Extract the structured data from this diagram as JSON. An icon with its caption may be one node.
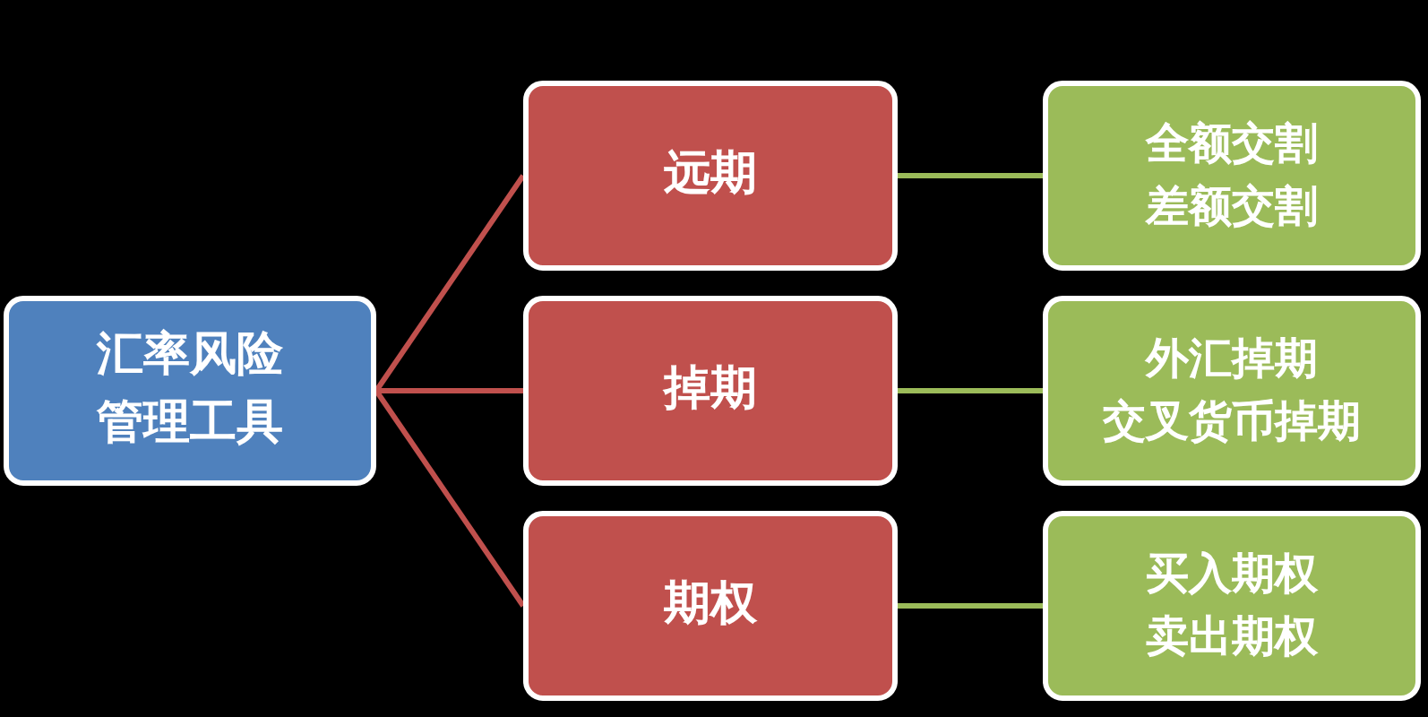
{
  "diagram": {
    "nodes": [
      {
        "text": [
          "汇率风险管理工具"
        ]
      },
      {
        "text": [
          "远期"
        ]
      },
      {
        "text": [
          "掉期"
        ]
      },
      {
        "text": [
          "期权"
        ]
      },
      {
        "text": [
          "全额交割",
          "差额交割"
        ]
      },
      {
        "text": [
          "外汇掉期",
          "交叉货币掉期"
        ]
      },
      {
        "text": [
          "买入期权",
          "卖出期权"
        ]
      }
    ],
    "edges": [
      {
        "from": 0,
        "to": 1,
        "arrow": "none",
        "color": "#c0504d"
      },
      {
        "from": 0,
        "to": 2,
        "arrow": "none",
        "color": "#c0504d"
      },
      {
        "from": 0,
        "to": 3,
        "arrow": "none",
        "color": "#c0504d"
      },
      {
        "from": 1,
        "to": 4,
        "arrow": "none",
        "color": "#9bbb59"
      },
      {
        "from": 2,
        "to": 5,
        "arrow": "none",
        "color": "#9bbb59"
      },
      {
        "from": 3,
        "to": 6,
        "arrow": "none",
        "color": "#9bbb59"
      }
    ]
  }
}
